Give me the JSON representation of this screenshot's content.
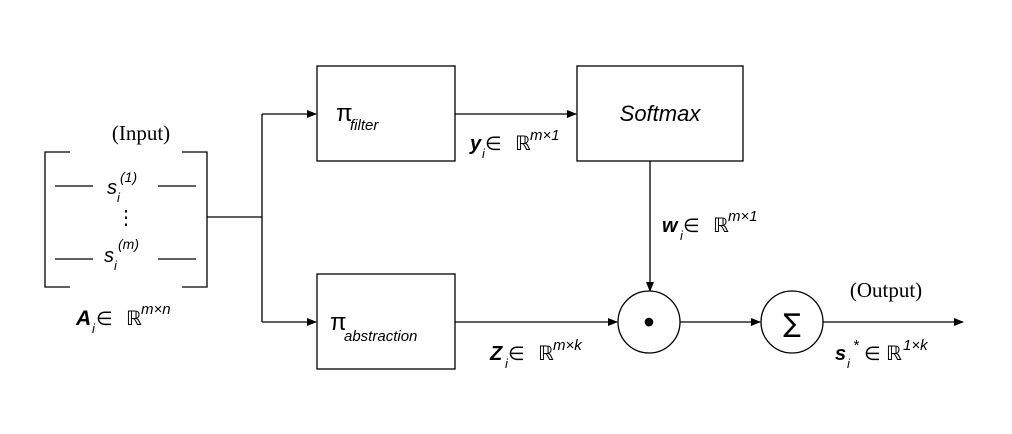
{
  "input": {
    "title": "(Input)",
    "row_first_base": "s",
    "row_first_sub": "i",
    "row_first_sup": "(1)",
    "row_ellipsis": "⋮",
    "row_last_base": "s",
    "row_last_sub": "i",
    "row_last_sup": "(m)",
    "matrix_var": "A",
    "matrix_sub": "i",
    "matrix_in": " ∈ ",
    "matrix_set": "ℝ",
    "matrix_dim": "m×n"
  },
  "filter": {
    "symbol": "π",
    "subscript": "filter",
    "out_var": "y",
    "out_sub": "i",
    "out_in": " ∈ ",
    "out_set": "ℝ",
    "out_dim": "m×1"
  },
  "softmax": {
    "label": "Softmax",
    "out_var": "w",
    "out_sub": "i",
    "out_in": " ∈ ",
    "out_set": "ℝ",
    "out_dim": "m×1"
  },
  "abstraction": {
    "symbol": "π",
    "subscript": "abstraction",
    "out_var": "Z",
    "out_sub": "i",
    "out_in": " ∈ ",
    "out_set": "ℝ",
    "out_dim": "m×k"
  },
  "multiply": {
    "symbol": "•"
  },
  "sum": {
    "symbol": "∑"
  },
  "output": {
    "title": "(Output)",
    "var": "s",
    "sub": "i",
    "sup": "*",
    "in": "∈ ",
    "set": "ℝ",
    "dim": "1×k"
  }
}
